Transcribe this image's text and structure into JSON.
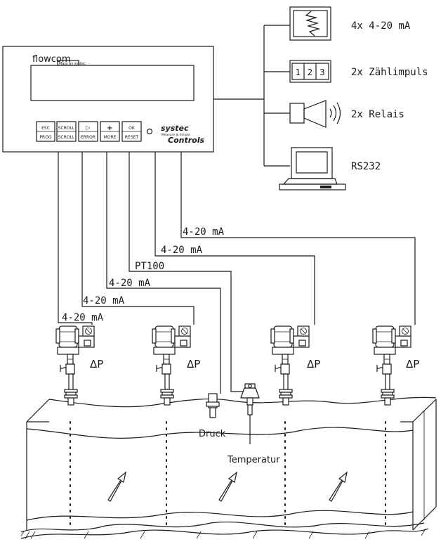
{
  "controller": {
    "brand": "flowcom",
    "sub": "Mass by systec",
    "logo_line1": "systec",
    "logo_line2": "Measure & Simple",
    "logo_line3": "Controls",
    "keys": [
      {
        "top": "ESC",
        "bottom": "PROG"
      },
      {
        "top": "SCROLL",
        "bottom": "SCROLL"
      },
      {
        "top": "▷",
        "bottom": "ERROR"
      },
      {
        "top": "+",
        "bottom": "MORE"
      },
      {
        "top": "OK",
        "bottom": "RESET"
      }
    ]
  },
  "outputs": [
    {
      "label": "4x  4-20  mA",
      "icon": "chart-recorder-icon"
    },
    {
      "label": "2x  Zählimpuls",
      "icon": "counter-icon"
    },
    {
      "label": "2x  Relais",
      "icon": "horn-icon"
    },
    {
      "label": "RS232",
      "icon": "computer-icon"
    }
  ],
  "counter_digits": [
    "1",
    "2",
    "3"
  ],
  "signals": {
    "s1": "4-20  mA",
    "s2": "4-20  mA",
    "s3": "PT100",
    "s4": "4-20  mA",
    "s5": "4-20  mA",
    "s6": "4-20  mA"
  },
  "sensors": {
    "dp": [
      "ΔP",
      "ΔP",
      "ΔP",
      "ΔP"
    ],
    "pressure": "Druck",
    "temperature": "Temperatur"
  }
}
